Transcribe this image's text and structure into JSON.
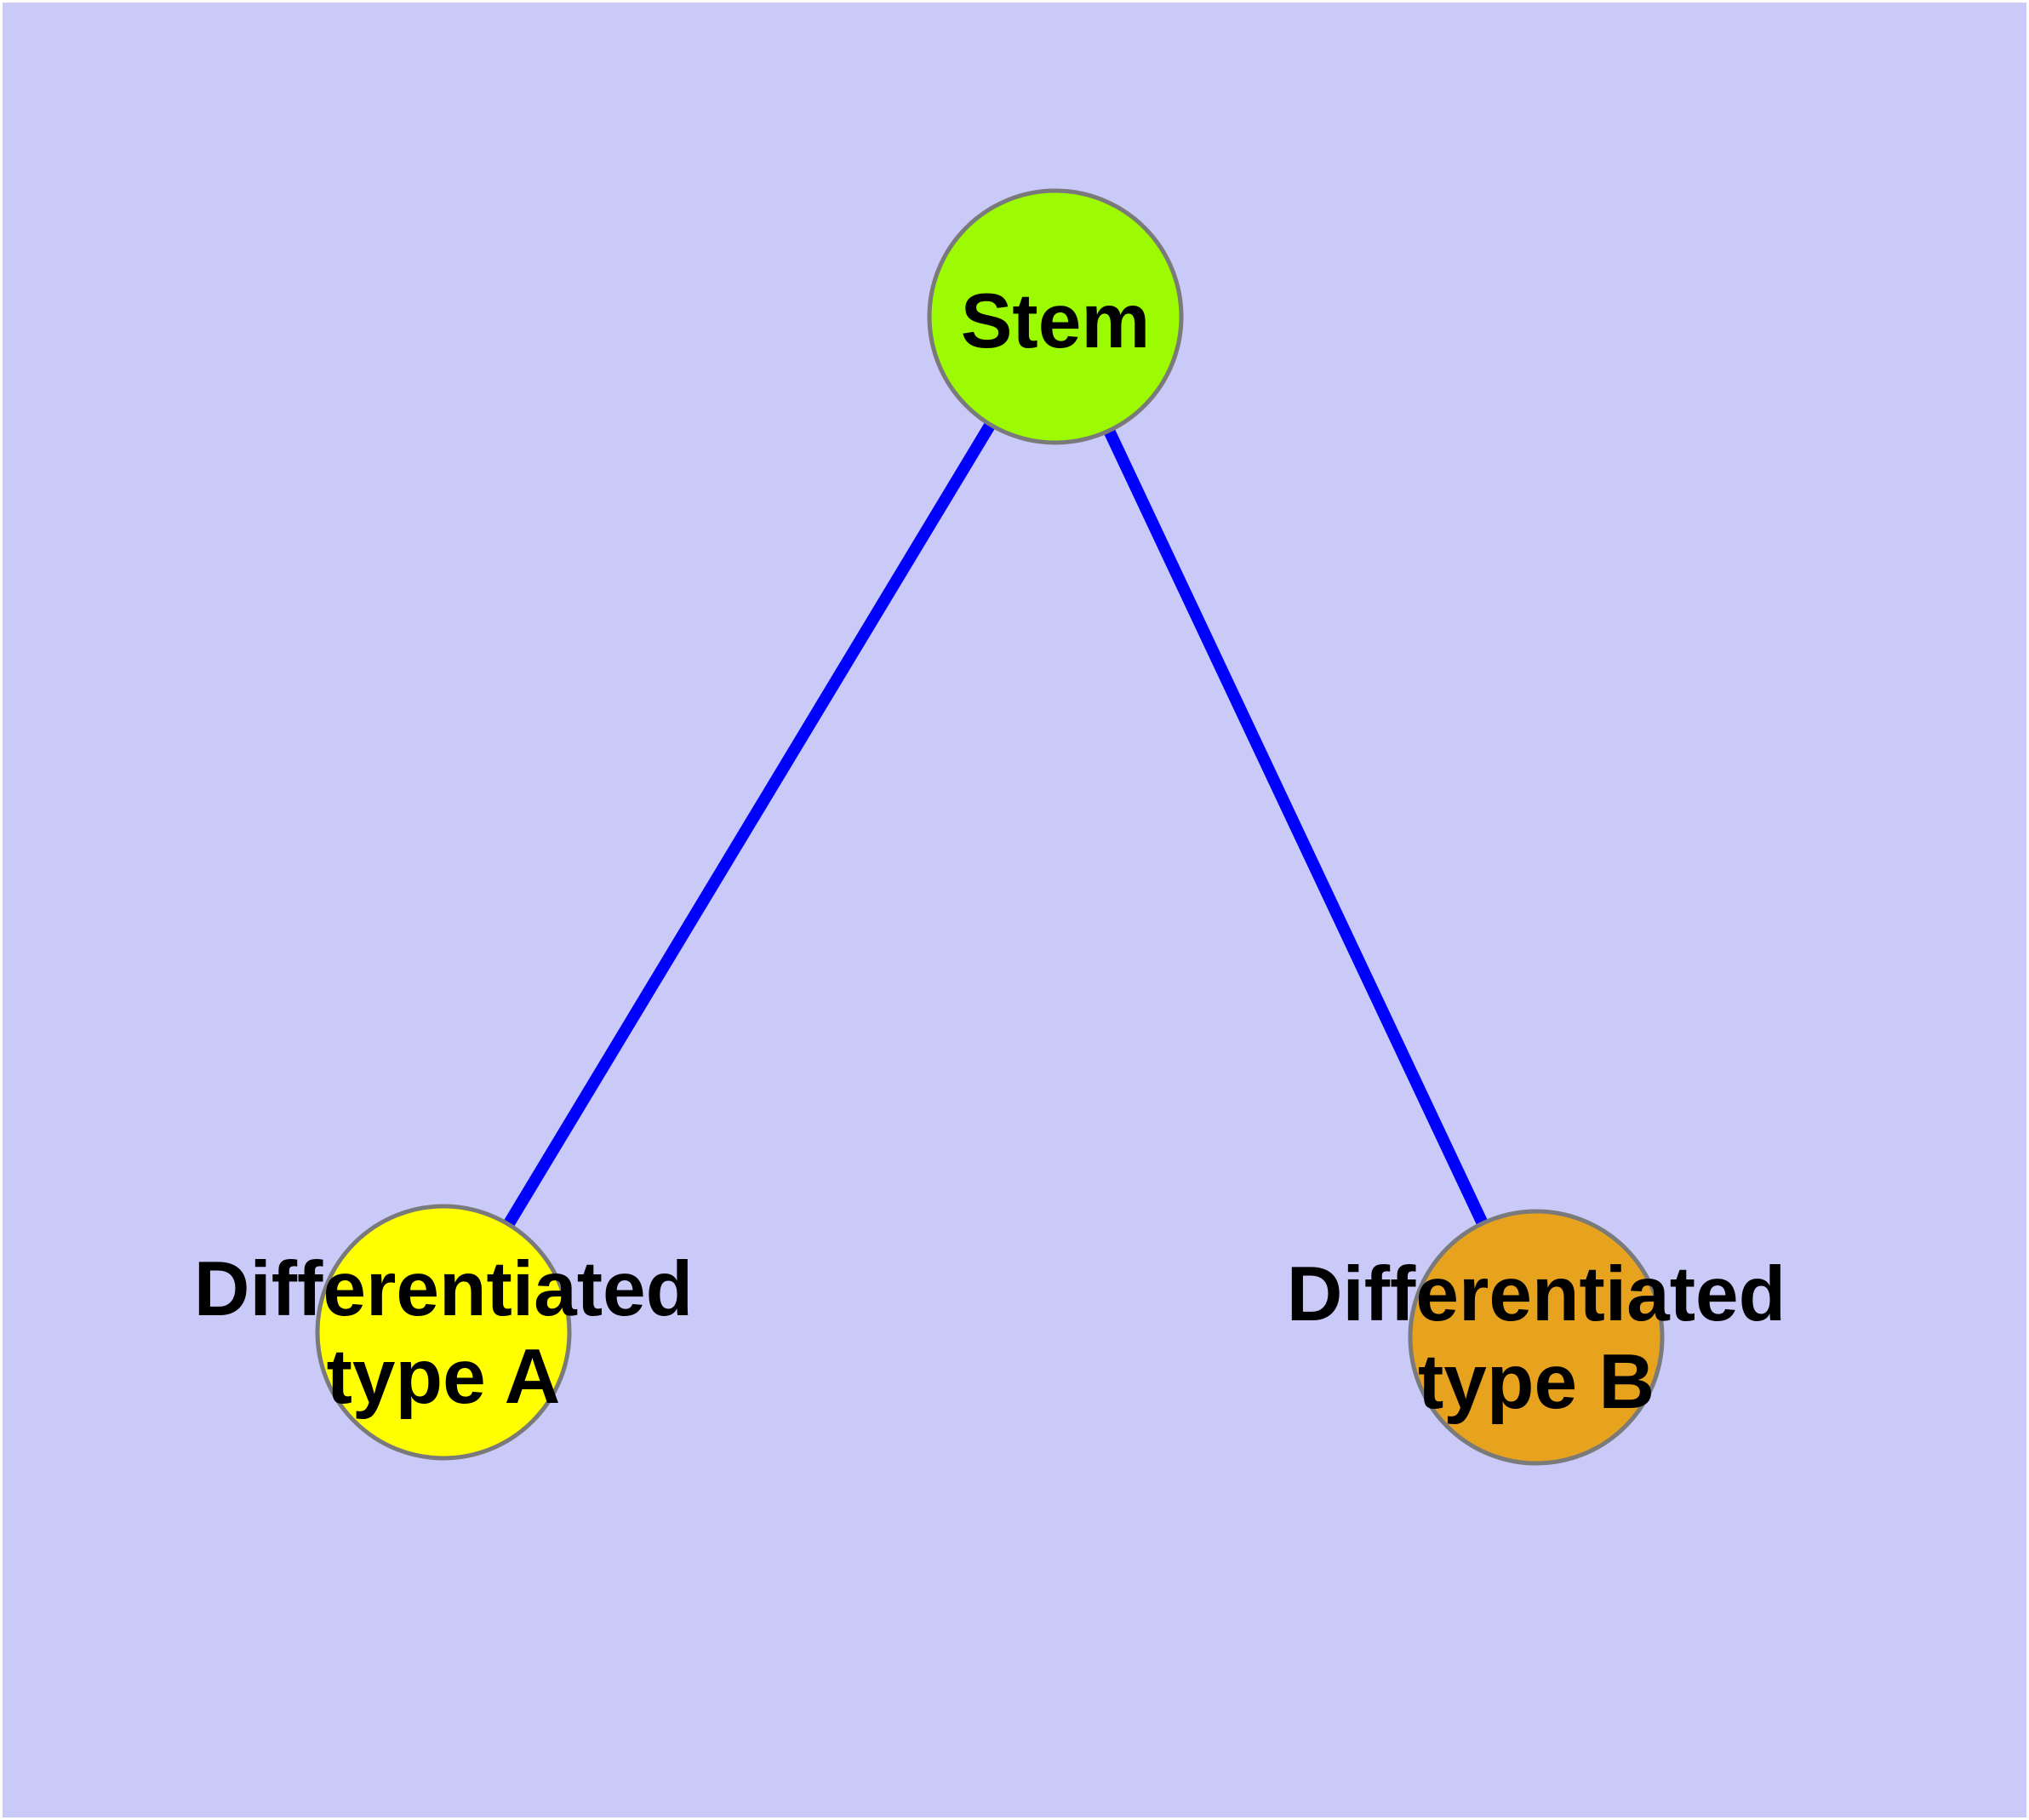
{
  "diagram": {
    "type": "node-link-graph",
    "background_color": "#CACAF9",
    "frame_color": "#FFFFFF",
    "edge_color": "#0000FF",
    "node_border_color": "#7A7A7A",
    "text_color": "#000000",
    "nodes": [
      {
        "id": "stem",
        "label": "Stem",
        "fill": "#9CFB00"
      },
      {
        "id": "differentiated-type-a",
        "label_line1": "Differentiated",
        "label_line2": "type A",
        "label": "Differentiated type A",
        "fill": "#FFFF00"
      },
      {
        "id": "differentiated-type-b",
        "label_line1": "Differentiated",
        "label_line2": "type B",
        "label": "Differentiated type B",
        "fill": "#E8A31E"
      }
    ],
    "edges": [
      {
        "from": "stem",
        "to": "differentiated-type-a"
      },
      {
        "from": "stem",
        "to": "differentiated-type-b"
      }
    ]
  }
}
